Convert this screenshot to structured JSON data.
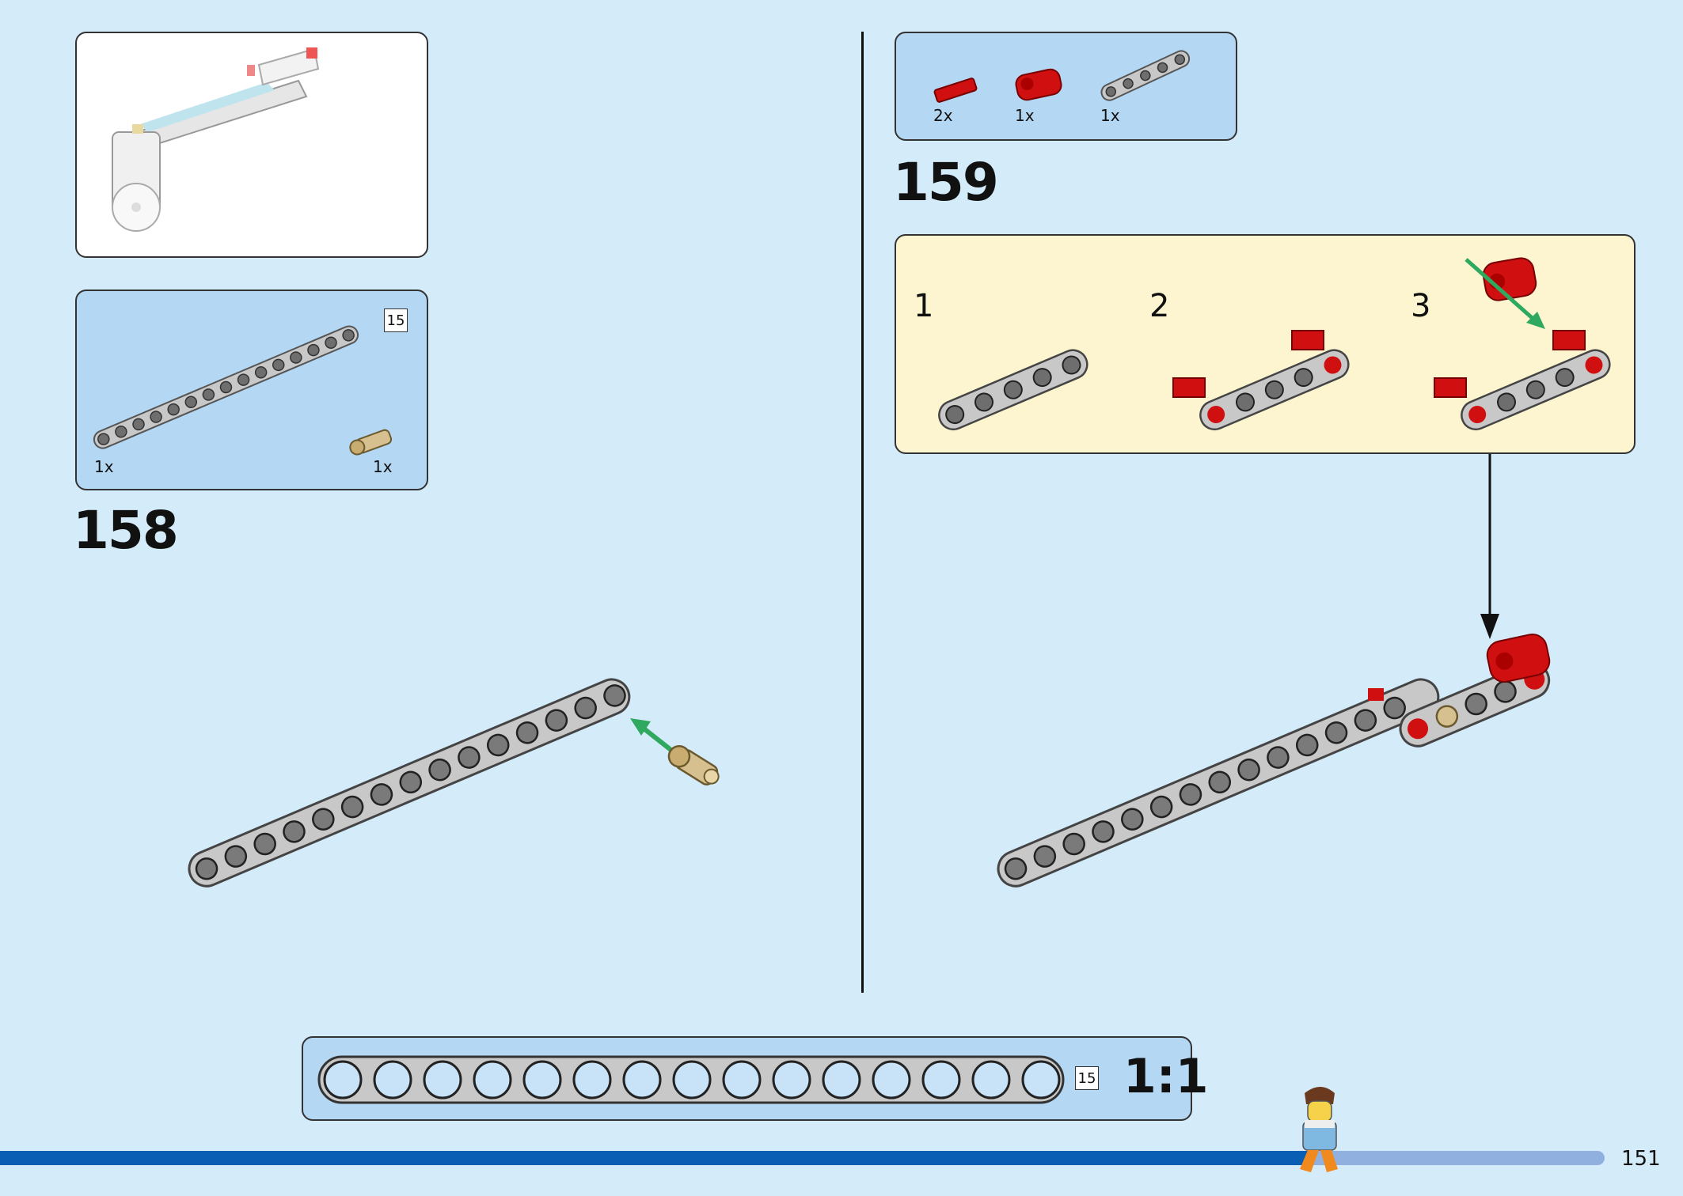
{
  "page_number": "151",
  "step_158": {
    "number": "158",
    "parts": [
      {
        "name": "beam-15",
        "quantity": "1x",
        "length_label": "15"
      },
      {
        "name": "tan-axle-pin",
        "quantity": "1x"
      }
    ]
  },
  "step_159": {
    "number": "159",
    "parts": [
      {
        "name": "red-axle-pin",
        "quantity": "2x"
      },
      {
        "name": "red-connector",
        "quantity": "1x"
      },
      {
        "name": "beam-5",
        "quantity": "1x"
      }
    ],
    "substeps": [
      "1",
      "2",
      "3"
    ]
  },
  "ruler": {
    "length_label": "15",
    "scale": "1:1"
  },
  "colors": {
    "background": "#d4ebfa",
    "parts_panel": "#b4d7f3",
    "substep_panel": "#fdf5cf",
    "beam_gray": "#c8c8c8",
    "brick_red": "#d01010",
    "arrow_green": "#2fa860",
    "progress_bar": "#0a5eb3"
  }
}
